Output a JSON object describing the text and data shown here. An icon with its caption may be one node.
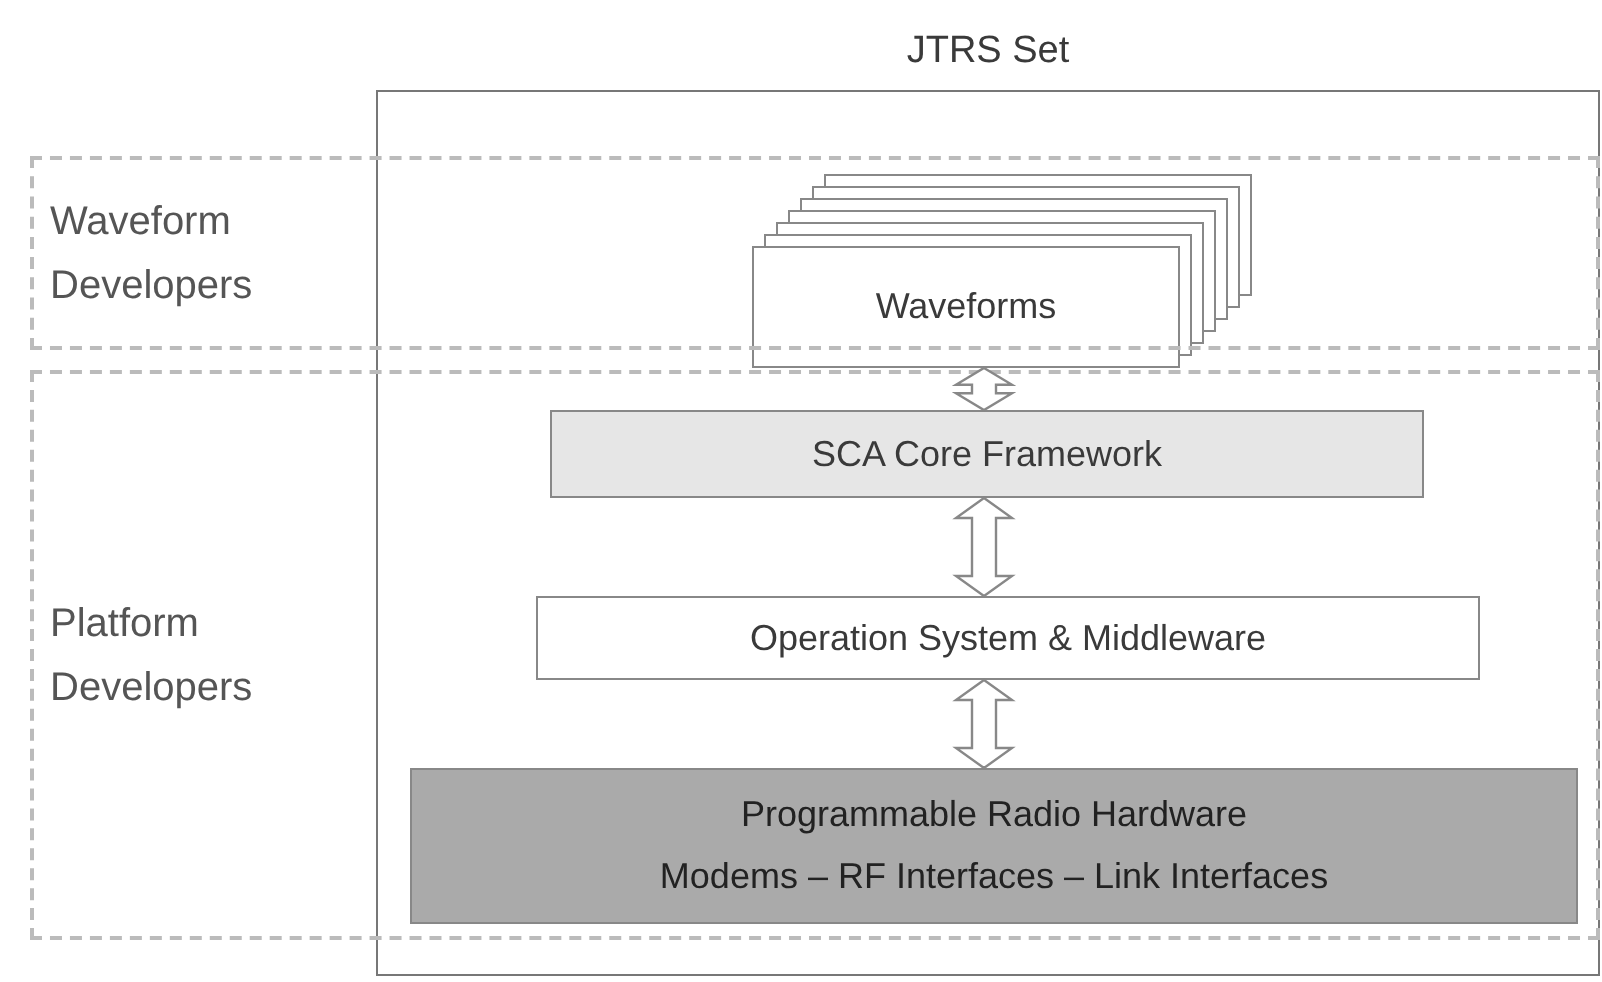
{
  "diagram": {
    "nodes": [
      {
        "text": [
          "JTRS Set"
        ]
      },
      {
        "text": [
          "Waveform Developers"
        ]
      },
      {
        "text": [
          "Platform Developers"
        ]
      },
      {
        "text": [
          "Waveforms"
        ],
        "in": 0
      },
      {
        "text": [
          "SCA Core Framework"
        ]
      },
      {
        "text": [
          "Operation System & Middleware"
        ]
      },
      {
        "text": [
          "Programmable Radio Hardware",
          "Modems – RF Interfaces – Link Interfaces"
        ]
      }
    ],
    "edges": [
      {
        "from": 3,
        "to": 4,
        "arrow": "both"
      },
      {
        "from": 4,
        "to": 5,
        "arrow": "both"
      },
      {
        "from": 5,
        "to": 6,
        "arrow": "both"
      }
    ]
  }
}
